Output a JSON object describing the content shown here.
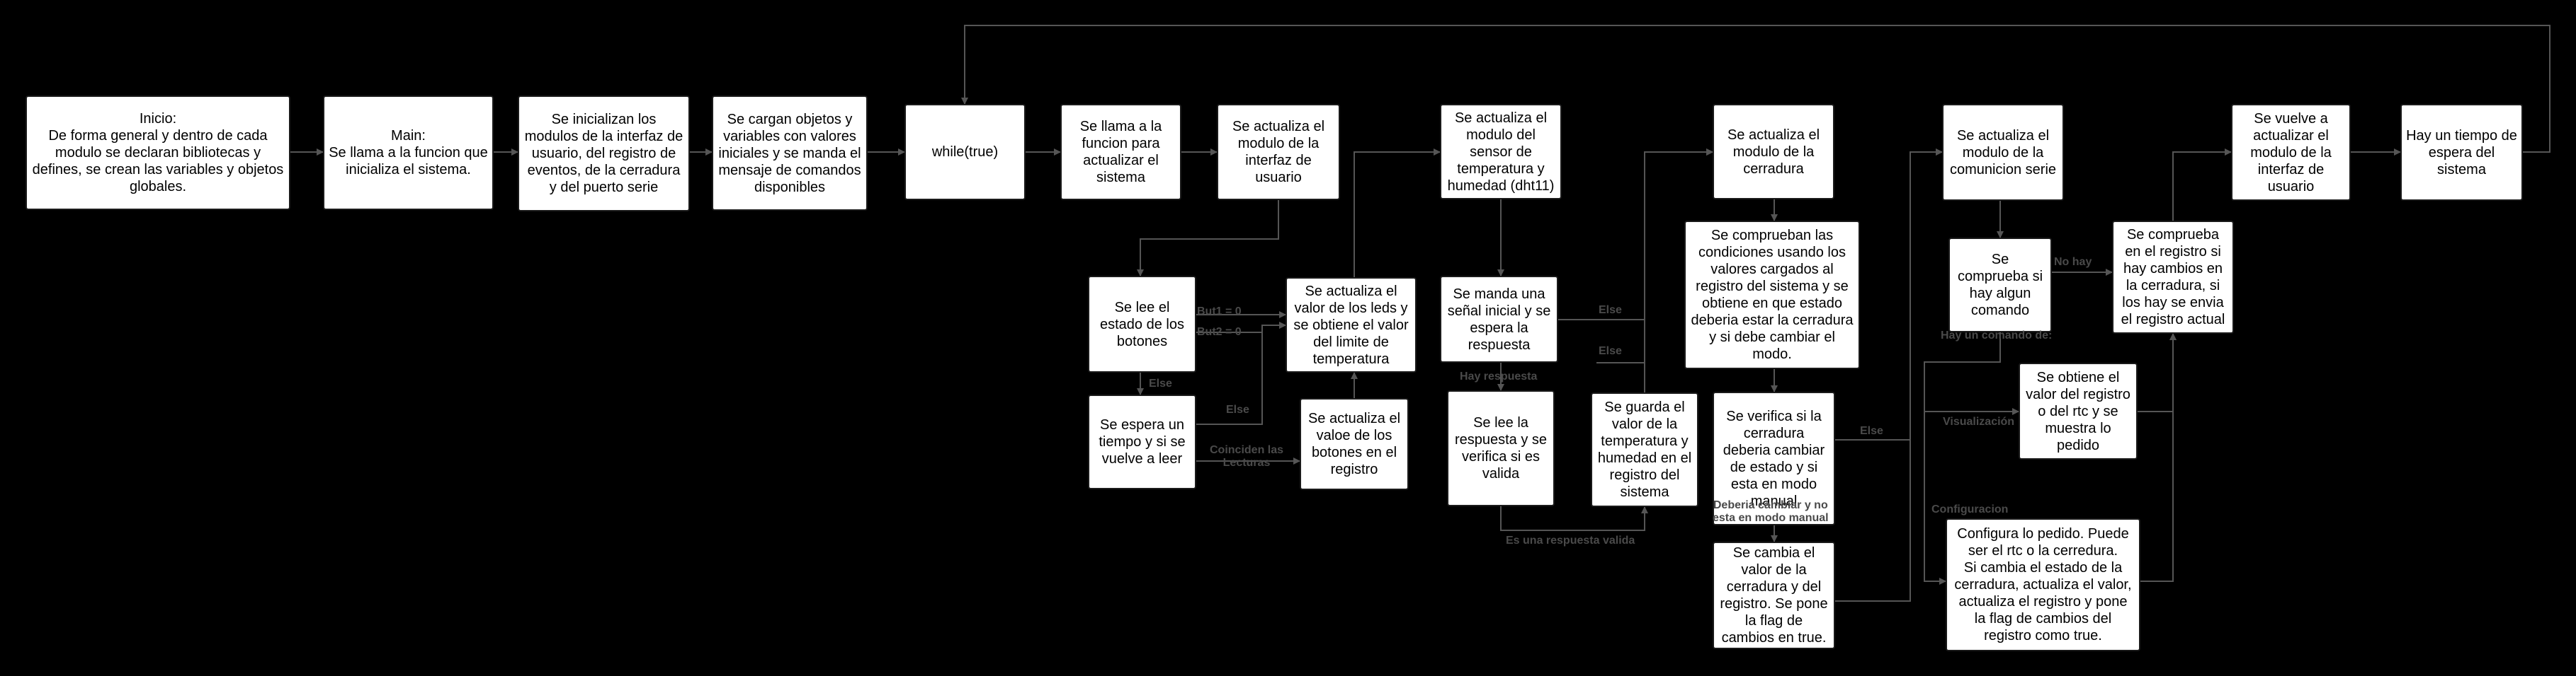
{
  "nodes": {
    "inicio": "Inicio:\nDe forma general y dentro de cada modulo se declaran bibliotecas y defines, se crean las variables y objetos globales.",
    "main": "Main:\nSe llama a la funcion que inicializa el sistema.",
    "init_modulos": "Se inicializan los modulos de la interfaz de usuario, del registro de eventos, de la cerradura y del puerto serie",
    "cargar_objetos": "Se cargan objetos y variables con valores iniciales y se manda el mensaje de comandos disponibles",
    "while_true": "while(true)",
    "llama_funcion": "Se llama a la funcion para actualizar el sistema",
    "actualiza_interfaz": "Se actualiza el modulo de la interfaz de usuario",
    "lee_botones": "Se lee el estado de los botones",
    "espera_tiempo": "Se espera un tiempo y si se vuelve a leer",
    "actualiza_leds": "Se actualiza el valor de los leds y se obtiene el valor del limite de temperatura",
    "actualiza_valoe": "Se actualiza el valoe de los botones en el registro",
    "actualiza_sensor": "Se actualiza el modulo del sensor de temperatura y humedad (dht11)",
    "senal_inicial": "Se manda una señal inicial y se espera la respuesta",
    "lee_respuesta": "Se lee la respuesta y se verifica si es valida",
    "guarda_valor": "Se guarda el valor de la temperatura y humedad en el registro del sistema",
    "actualiza_cerradura": "Se actualiza el modulo de la cerradura",
    "comprueban_condiciones": "Se comprueban las condiciones usando los valores cargados al registro del sistema y se obtiene en que estado deberia estar la cerradura y si debe cambiar el modo.",
    "verifica_cerradura": "Se verifica si la cerradura deberia cambiar de estado y si esta en modo manual",
    "cambia_valor": "Se cambia el valor de la cerradura y del registro. Se pone la flag de cambios en true.",
    "actualiza_comunicion": "Se actualiza el modulo de la comunicion serie",
    "comprueba_comando": "Se comprueba si hay algun comando",
    "comprueba_registro": "Se comprueba en el registro si hay cambios en la cerradura, si los hay se envia el registro actual",
    "obtiene_rtc": "Se obtiene el valor del registro o del rtc y se muestra lo pedido",
    "configura": "Configura lo pedido. Puede ser el rtc o la cerredura.\nSi cambia el estado de la cerradura, actualiza el valor, actualiza el registro y pone la flag de cambios del registro como true.",
    "vuelve_actualizar": "Se vuelve a actualizar el modulo de la interfaz de usuario",
    "tiempo_espera": "Hay un tiempo de espera del sistema"
  },
  "edge_labels": {
    "but1": "But1 = 0",
    "but2": "But2 = 0",
    "else_botones": "Else",
    "else_espera": "Else",
    "coinciden": "Coinciden las\nLecturas",
    "else_sensor_1": "Else",
    "else_sensor_2": "Else",
    "hay_respuesta": "Hay respuesta",
    "respuesta_valida": "Es una respuesta valida",
    "deberia_cambiar": "Deberia cambiar y no\nesta en modo manual",
    "else_cerradura": "Else",
    "no_hay": "No hay",
    "hay_comando": "Hay un comando de:",
    "visualizacion": "Visualización",
    "configuracion": "Configuracion"
  },
  "colors": {
    "background": "#000000",
    "node_fill": "#ffffff",
    "edge": "#555555",
    "edge_label": "#4a4a4a"
  }
}
